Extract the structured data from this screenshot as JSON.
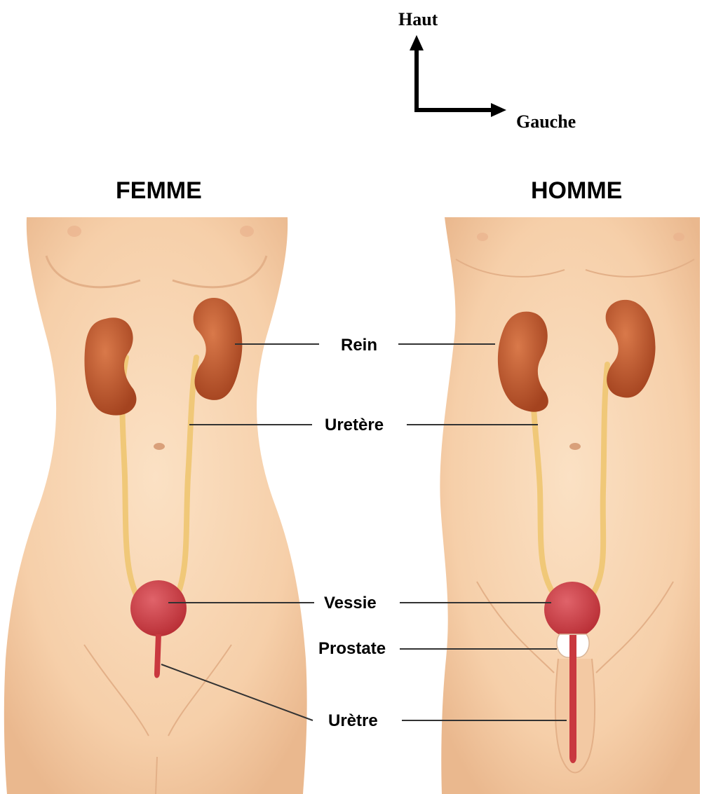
{
  "orientation": {
    "up_label": "Haut",
    "left_label": "Gauche"
  },
  "figures": {
    "female_title": "FEMME",
    "male_title": "HOMME"
  },
  "labels": {
    "kidney": "Rein",
    "ureter": "Uretère",
    "bladder": "Vessie",
    "prostate": "Prostate",
    "urethra": "Urètre"
  },
  "colors": {
    "skin": "#f7d2ae",
    "skin_shadow": "#e9b98f",
    "kidney": "#b4512c",
    "kidney_highlight": "#d9794a",
    "ureter": "#f0c878",
    "bladder": "#c9383f",
    "bladder_highlight": "#e0636a",
    "prostate": "#ffffff",
    "leader": "#333333"
  }
}
